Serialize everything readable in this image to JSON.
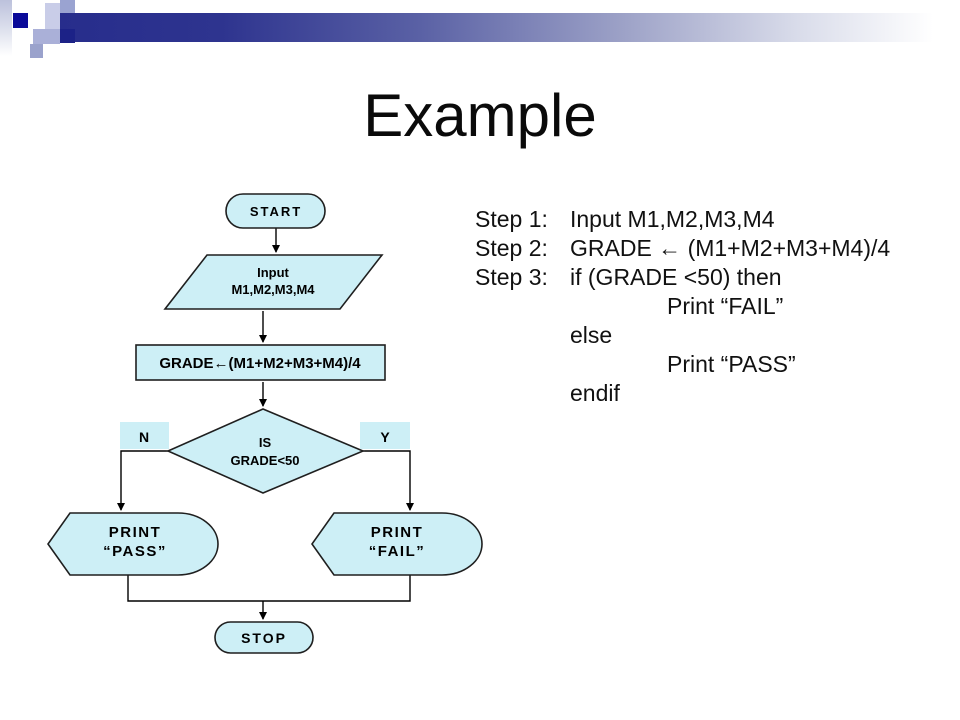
{
  "slide": {
    "title": "Example"
  },
  "colors": {
    "shape_fill": "#cdeff6",
    "header_navy": "#272d8c",
    "accent_square": "#0a0a99"
  },
  "flowchart": {
    "start": "START",
    "input_line1": "Input",
    "input_line2": "M1,M2,M3,M4",
    "process": "GRADE←(M1+M2+M3+M4)/4",
    "decision_line1": "IS",
    "decision_line2": "GRADE<50",
    "branch_no": "N",
    "branch_yes": "Y",
    "print_pass_line1": "PRINT",
    "print_pass_line2": "“PASS”",
    "print_fail_line1": "PRINT",
    "print_fail_line2": "“FAIL”",
    "stop": "STOP"
  },
  "steps": {
    "lines": [
      {
        "label": "Step 1:",
        "text": "Input M1,M2,M3,M4"
      },
      {
        "label": "Step 2:",
        "text": "GRADE ← (M1+M2+M3+M4)/4"
      },
      {
        "label": "Step 3:",
        "text": "if (GRADE <50) then"
      },
      {
        "label": "",
        "text": "Print “FAIL”"
      },
      {
        "label": "",
        "text": "else"
      },
      {
        "label": "",
        "text": "Print “PASS”"
      },
      {
        "label": "",
        "text": "endif"
      }
    ]
  }
}
